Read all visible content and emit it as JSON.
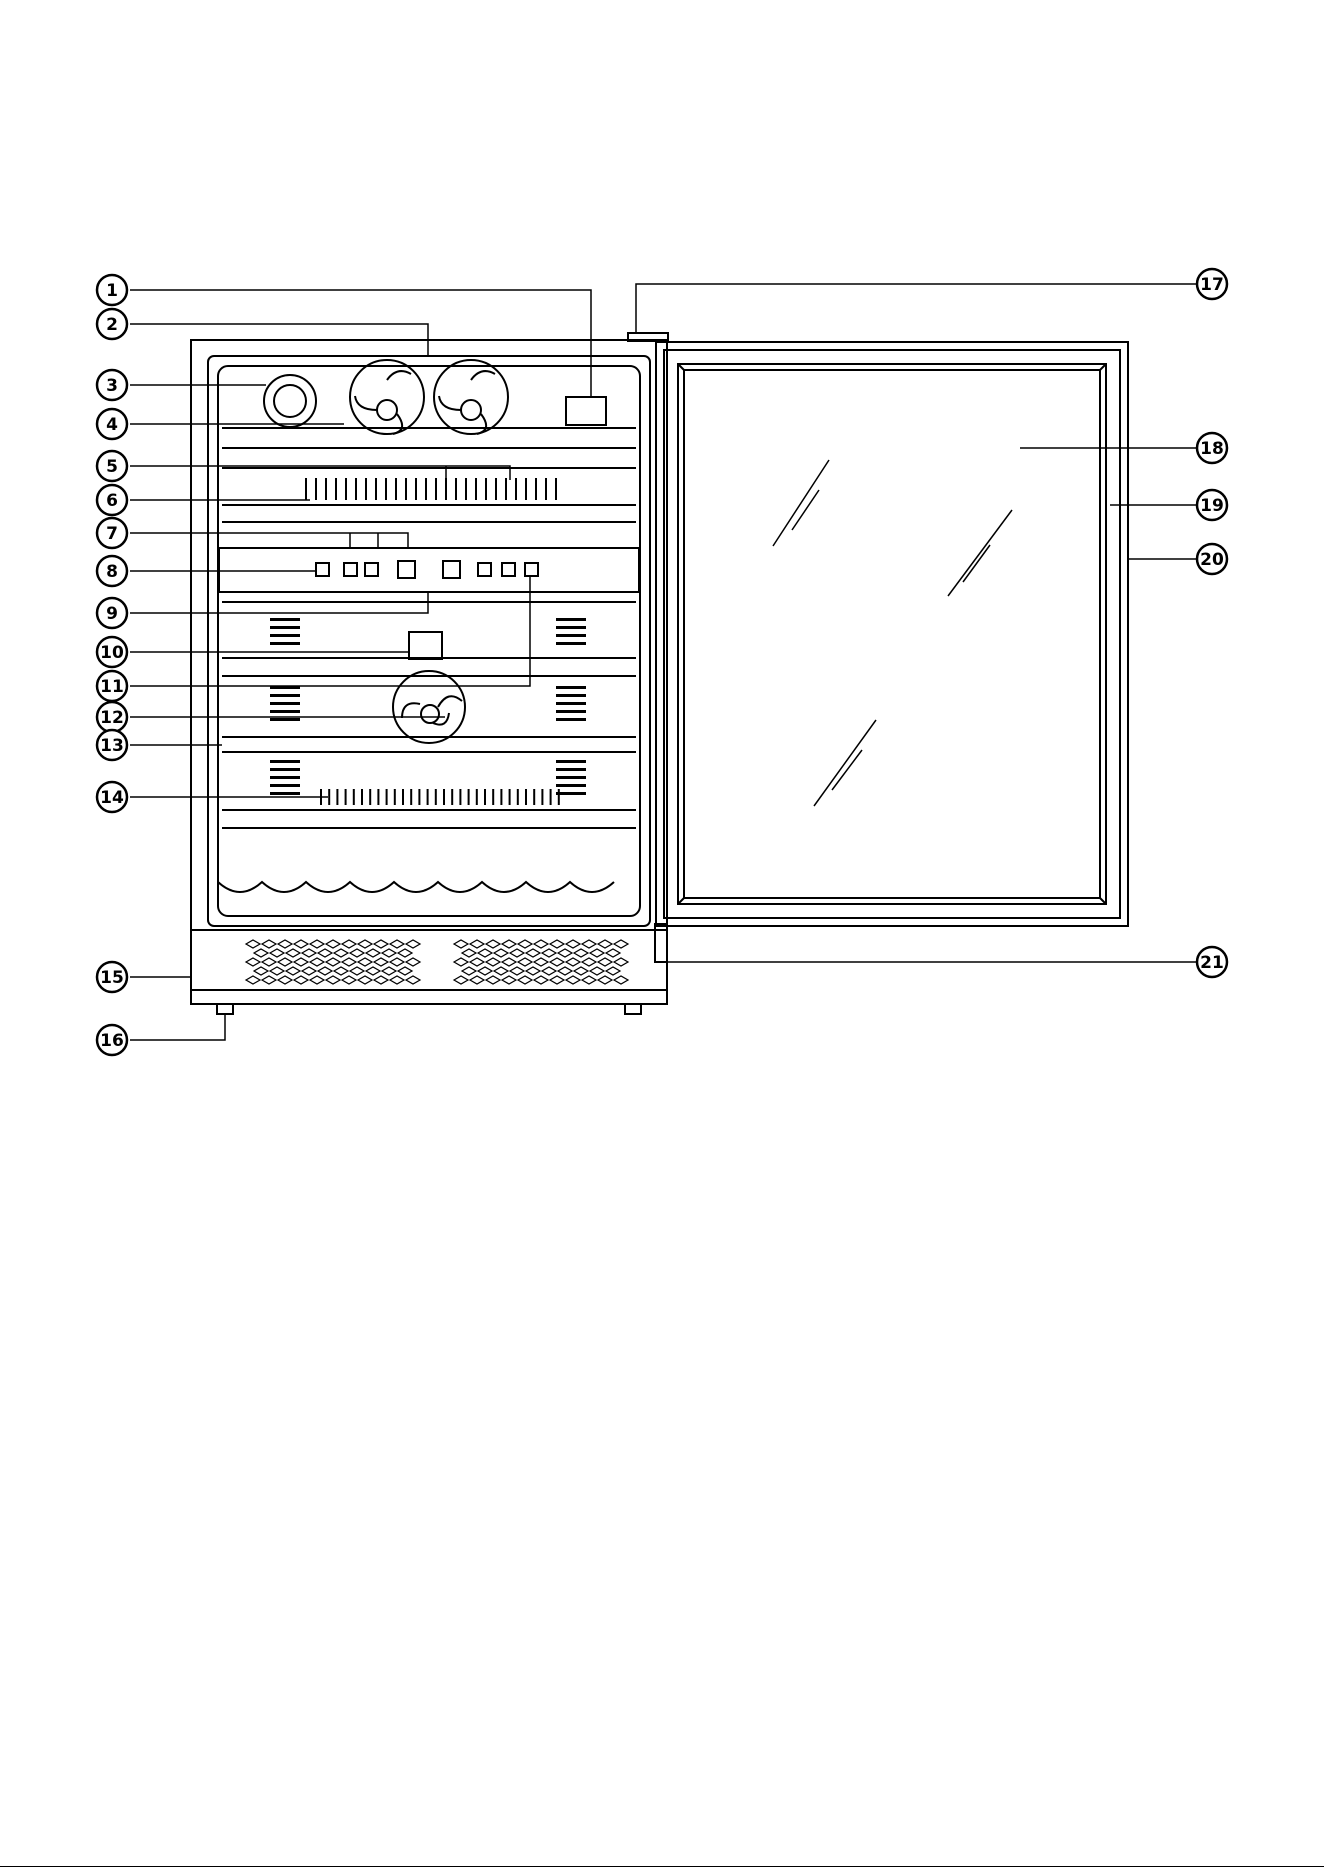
{
  "diagram": {
    "callouts": [
      {
        "id": 1,
        "label": "1"
      },
      {
        "id": 2,
        "label": "2"
      },
      {
        "id": 3,
        "label": "3"
      },
      {
        "id": 4,
        "label": "4"
      },
      {
        "id": 5,
        "label": "5"
      },
      {
        "id": 6,
        "label": "6"
      },
      {
        "id": 7,
        "label": "7"
      },
      {
        "id": 8,
        "label": "8"
      },
      {
        "id": 9,
        "label": "9"
      },
      {
        "id": 10,
        "label": "10"
      },
      {
        "id": 11,
        "label": "11"
      },
      {
        "id": 12,
        "label": "12"
      },
      {
        "id": 13,
        "label": "13"
      },
      {
        "id": 14,
        "label": "14"
      },
      {
        "id": 15,
        "label": "15"
      },
      {
        "id": 16,
        "label": "16"
      },
      {
        "id": 17,
        "label": "17"
      },
      {
        "id": 18,
        "label": "18"
      },
      {
        "id": 19,
        "label": "19"
      },
      {
        "id": 20,
        "label": "20"
      },
      {
        "id": 21,
        "label": "21"
      }
    ]
  },
  "colors": {
    "line": "#000000",
    "background": "#ffffff"
  }
}
